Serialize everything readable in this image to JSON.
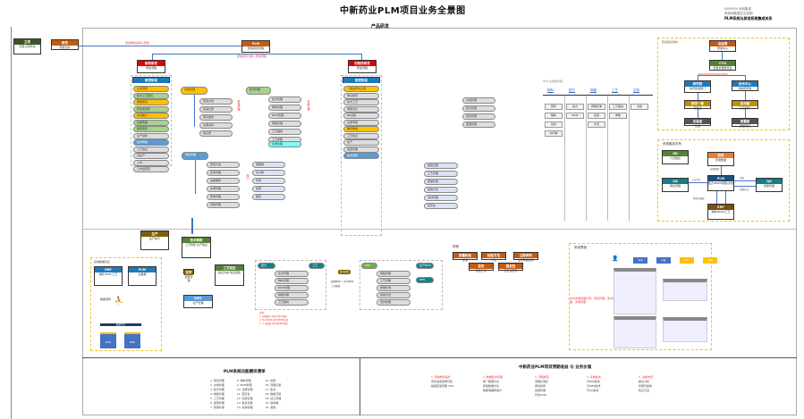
{
  "title": "中新药业PLM项目业务全景图",
  "top_note": {
    "line1": "SAP/PLM 系统集成",
    "line2": "系统间数据交互说明",
    "heading": "PLM系统与其他系统集成关系"
  },
  "section_top": "产品研发",
  "colors": {
    "orange": "#c55a11",
    "red": "#e00000",
    "blue": "#1f7ab8",
    "green": "#548235",
    "yellow": "#ffc000",
    "teal": "#138086",
    "brown": "#7f4a13",
    "olive": "#7f6000",
    "lightgreen": "#a9d18e",
    "lightblue": "#9dc3e6",
    "cyan": "#7ff"
  },
  "nodes": {
    "start": {
      "hd": "立项",
      "body": "项目立项申请"
    },
    "step1": {
      "hd": "研发",
      "body": "研发任务"
    },
    "plm": {
      "hd": "PLM",
      "body": "研发项目管理"
    },
    "red_a": {
      "hd": "新药研发",
      "body": "研发流程"
    },
    "red_b": {
      "hd": "仿制药研发",
      "body": "研发流程"
    },
    "col_a": {
      "hd": "研发阶段"
    },
    "col_b": {
      "hd": "研发阶段"
    },
    "link_note1": "项目审批后转入研发",
    "link_note2": "研发项目分类 / 研发流程"
  },
  "col_a_items": [
    {
      "label": "立项调研",
      "color": "#ffc000"
    },
    {
      "label": "处方工艺研究",
      "color": "#a9d18e"
    },
    {
      "label": "质量研究",
      "color": "#ffc000"
    },
    {
      "label": "稳定性研究",
      "color": "#a9d18e"
    },
    {
      "label": "中试放大",
      "color": "#ffc000"
    },
    {
      "label": "注册申报",
      "color": "#a9d18e"
    },
    {
      "label": "临床研究",
      "color": "#a9d18e"
    },
    {
      "label": "生产批件",
      "color": "#ddd"
    },
    {
      "label": "技术转移",
      "color": "#5b9bd5"
    },
    {
      "label": "工艺验证",
      "color": "#ddd"
    },
    {
      "label": "试生产",
      "color": "#ddd"
    },
    {
      "label": "上市",
      "color": "#ddd"
    },
    {
      "label": "上市后研究",
      "color": "#ddd"
    }
  ],
  "col_b_items": [
    {
      "label": "一致性评价立项",
      "color": "#ffc000"
    },
    {
      "label": "参比制剂",
      "color": "#ddd"
    },
    {
      "label": "处方工艺",
      "color": "#ddd"
    },
    {
      "label": "质量对比",
      "color": "#ddd"
    },
    {
      "label": "BE试验",
      "color": "#ddd"
    },
    {
      "label": "注册申报",
      "color": "#ddd"
    },
    {
      "label": "审评审批",
      "color": "#ffc000"
    },
    {
      "label": "工艺验证",
      "color": "#ddd"
    },
    {
      "label": "生产",
      "color": "#ddd"
    },
    {
      "label": "变更管理",
      "color": "#ddd"
    },
    {
      "label": "技术转移",
      "color": "#5b9bd5"
    }
  ],
  "branch1": {
    "hd": "文档管理",
    "items": [
      "研发文档",
      "实验记录",
      "研究报告",
      "注册资料",
      "批记录"
    ]
  },
  "branch2": {
    "hd": "配方管理",
    "items": [
      "处方管理",
      "物料管理",
      "BOM管理",
      "规格管理",
      "工艺路线",
      "工艺参数"
    ],
    "extra": "标准管理"
  },
  "branch3": {
    "hd": "项目管理",
    "items": [
      "项目计划",
      "任务管理",
      "进度跟踪",
      "资源管理",
      "费用管理",
      "风险管理"
    ],
    "sub": [
      "里程碑",
      "交付物",
      "评审",
      "变更",
      "报告"
    ]
  },
  "branch4": {
    "items": [
      "文档管理",
      "配方管理",
      "项目管理",
      "变更管理"
    ]
  },
  "branch5": {
    "items": [
      "规格管理",
      "工艺管理",
      "质量标准",
      "检验方法",
      "包材管理",
      "稳定性"
    ]
  },
  "side_labels": {
    "l1": "研发流程",
    "l2": "系统支撑",
    "l3": "接口"
  },
  "table": {
    "caption": "PLM 主数据管理",
    "headers": [
      "物料",
      "配方",
      "规格",
      "工艺",
      "文档"
    ],
    "cells": [
      [
        "原料",
        "辅料",
        "包材",
        "中间体"
      ],
      [
        "处方",
        "BOM"
      ],
      [
        "质量标准",
        "检验",
        "方法"
      ],
      [
        "工艺路线",
        "参数"
      ],
      [
        "文档"
      ]
    ]
  },
  "org": {
    "caption": "研发组织架构",
    "top": {
      "hd": "总经理",
      "body": "研发中心"
    },
    "mid": {
      "hd": "CTO",
      "body": "研发管理委员会"
    },
    "left": {
      "hd": "研究院",
      "body": "新药研发部门"
    },
    "right": {
      "hd": "技术中心",
      "body": "仿制药研发"
    },
    "left2": {
      "hd": "研发一部",
      "body": "项目组"
    },
    "right2": {
      "hd": "技术部",
      "body": "工艺研究"
    },
    "left3": {
      "hd": "实验室",
      "body": "化验"
    },
    "right3": {
      "hd": "质量部",
      "body": "质量研究"
    },
    "branch_note": "按研发项目类型划分研发组织"
  },
  "integ": {
    "caption": "系统集成关系",
    "plm": {
      "hd": "PLM",
      "body": "配方/BOM/规格/文档"
    },
    "hr": {
      "hd": "HR",
      "body": "人员组织"
    },
    "rd": {
      "hd": "研发",
      "body": "研发数据"
    },
    "oa": {
      "hd": "OA",
      "body": "审批流程"
    },
    "qa": {
      "hd": "QA",
      "body": "质量管理"
    },
    "erp": {
      "hd": "ERP",
      "body": "物料/BOM/工艺"
    },
    "e1": "人员信息",
    "e2": "研发数据",
    "e3": "审批",
    "e4": "质量标准",
    "e5": "物料主数据"
  },
  "lower": {
    "n1": {
      "hd": "生产",
      "body": "生产执行"
    },
    "n2": {
      "hd": "技术转移",
      "body": "工艺转移 生产验证"
    },
    "n3": {
      "hd": "变更",
      "body": "变更管理"
    },
    "n4": {
      "hd": "工艺验证",
      "body": "验证方案 验证报告"
    },
    "n5": {
      "hd": "MES",
      "body": "生产管理"
    },
    "left_box": {
      "caption": "系统数据交互",
      "a": {
        "hd": "ERP",
        "body": "物料 BOM 工艺"
      },
      "b": {
        "hd": "PLM",
        "body": "主数据"
      }
    },
    "flow": {
      "label": "数据流转",
      "bar": "数据平台",
      "b1": "PLM",
      "b2": "ERP"
    },
    "g1": {
      "hd": "配方",
      "tag": "工艺"
    },
    "g2": {
      "hd": "ERP",
      "tag": "生产BOM",
      "tag2": "MES"
    },
    "red_notes": [
      "说明：",
      "1. 研发配方 转化为生产配方",
      "2. 生产BOM 同步至ERP系统",
      "3. 工艺路线 同步至MES系统"
    ],
    "mid_note": [
      "配方转换",
      "研发BOM → 生产BOM",
      "工艺路线"
    ],
    "other": {
      "caption": "其他",
      "a": {
        "hd": "质量标准",
        "body": "标准"
      },
      "b": {
        "hd": "检验方法",
        "body": "方法"
      },
      "c": {
        "hd": "注册资料",
        "body": "注册申报资料"
      },
      "d": {
        "hd": "变更",
        "body": "变更记录"
      },
      "e": {
        "hd": "稳定性",
        "body": "稳定性研究"
      }
    },
    "screen": {
      "caption": "系统界面",
      "red": "PLM系统界面示例：项目管理、配方管理、文档管理",
      "steps": [
        "申请",
        "审批",
        "执行",
        "归档"
      ]
    }
  },
  "bottom_left": {
    "title": "PLM系统功能模块清单",
    "cols": [
      [
        "1. 项目管理",
        "2. 文档管理",
        "3. 配方管理",
        "4. 规格管理",
        "5. 工艺管理",
        "6. 变更管理",
        "7. 质量标准"
      ],
      [
        "8. 物料管理",
        "9. BOM管理",
        "10. 注册管理",
        "11. 稳定性",
        "12. 实验管理",
        "13. 报表管理",
        "14. 系统管理"
      ],
      [
        "15. 权限",
        "16. 流程引擎",
        "17. 集成",
        "18. 数据迁移",
        "19. 接口管理",
        "20. 移动端",
        "21. 其他"
      ]
    ]
  },
  "bottom_right": {
    "title": "中新药业PLM项目预期收益 与 业务价值",
    "cols": [
      {
        "h": "1. 研发效率提升",
        "items": [
          "项目进度透明可控",
          "缩短研发周期 20%"
        ]
      },
      {
        "h": "2. 数据集中管理",
        "items": [
          "统一数据平台",
          "研发数据共享",
          "数据准确率提升"
        ]
      },
      {
        "h": "3. 流程规范",
        "items": [
          "流程标准化",
          "审批效率",
          "合规管理",
          "符合GMP"
        ]
      },
      {
        "h": "4. 系统集成",
        "items": [
          "与ERP集成",
          "与MES集成",
          "与OA集成"
        ]
      },
      {
        "h": "5. 决策支持",
        "items": [
          "报表分析",
          "管理驾驶舱",
          "知识沉淀"
        ]
      }
    ]
  }
}
